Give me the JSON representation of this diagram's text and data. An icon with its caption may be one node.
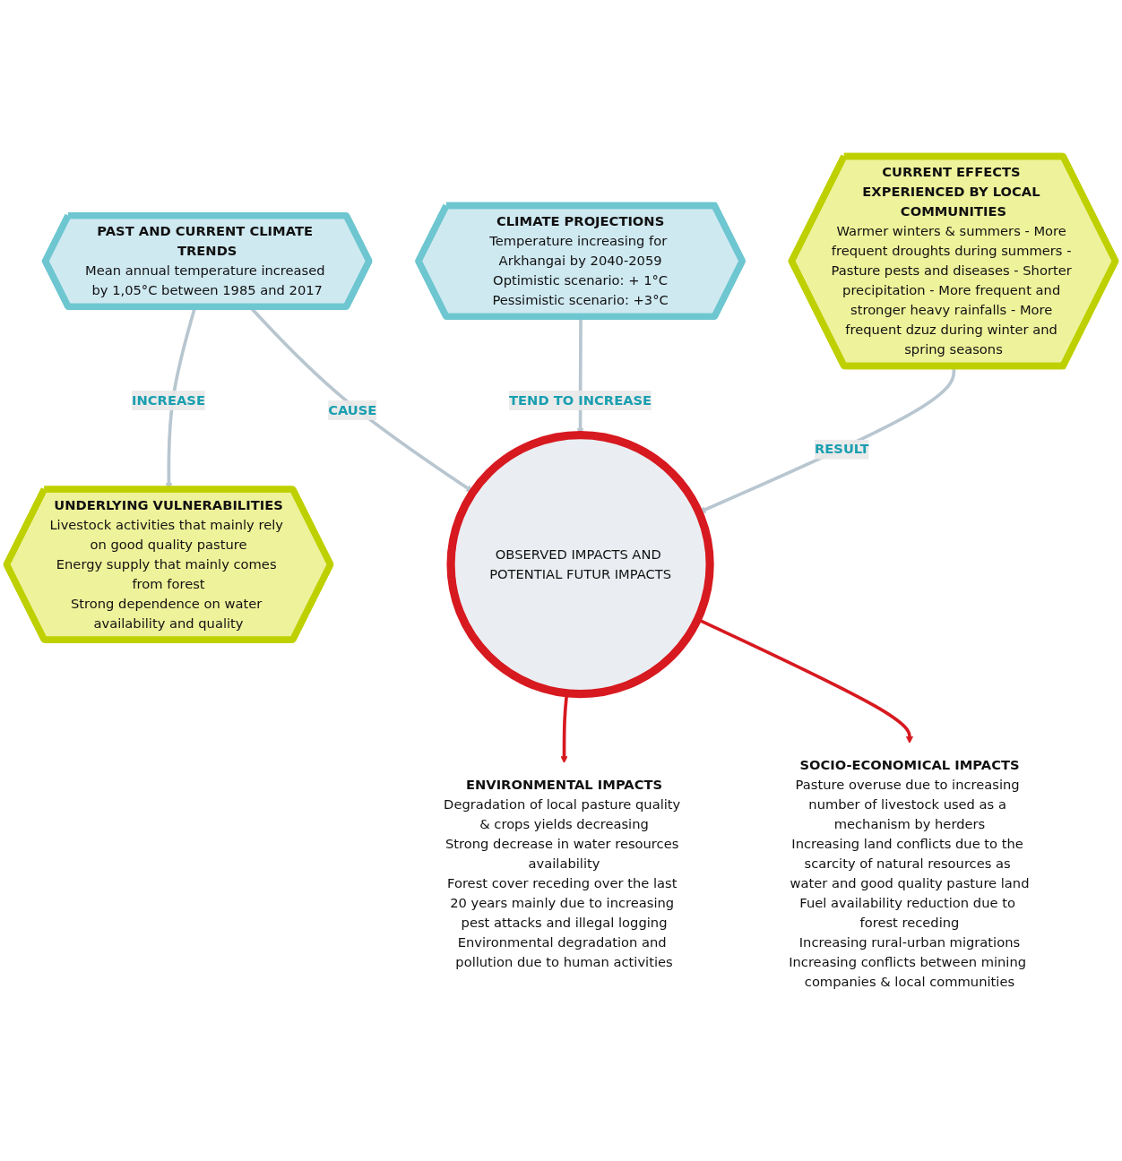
{
  "diagram": {
    "nodes": [
      {
        "text": [
          "PAST AND CURRENT CLIMATE TRENDS",
          "Mean annual temperature increased by 1,05°C between 1985 and 2017"
        ]
      },
      {
        "text": [
          "UNDERLYING VULNERABILITIES",
          "Livestock activities that mainly rely on good quality pasture",
          "Energy supply that mainly comes from forest",
          "Strong dependence on water availability and quality"
        ]
      },
      {
        "text": [
          "CLIMATE PROJECTIONS",
          "Temperature increasing for Arkhangai by 2040-2059",
          "Optimistic scenario: + 1°C",
          "Pessimistic scenario: +3°C"
        ]
      },
      {
        "text": [
          "CURRENT EFFECTS EXPERIENCED BY LOCAL COMMUNITIES",
          "Warmer winters & summers - More frequent droughts during summers - Pasture pests and diseases - Shorter precipitation - More frequent and stronger heavy rainfalls - More frequent dzuz during winter and spring seasons"
        ]
      },
      {
        "text": [
          "OBSERVED IMPACTS AND POTENTIAL FUTUR IMPACTS"
        ]
      },
      {
        "text": [
          "ENVIRONMENTAL IMPACTS",
          "Degradation of local pasture quality & crops yields decreasing",
          "Strong decrease in water resources availability",
          "Forest cover receding over the last 20 years mainly due to increasing pest attacks and illegal logging",
          "Environmental degradation and pollution due to human activities"
        ]
      },
      {
        "text": [
          "SOCIO-ECONOMICAL IMPACTS",
          "Pasture overuse due to increasing number of livestock used as a mechanism by herders",
          "Increasing land conflicts due to the scarcity of natural resources as water and good quality pasture land",
          "Fuel availability reduction due to forest receding",
          "Increasing rural-urban migrations",
          "Increasing conflicts between mining companies & local communities"
        ]
      }
    ],
    "edges": [
      {
        "from": 0,
        "to": 1,
        "arrow": "to",
        "label": "INCREASE"
      },
      {
        "from": 0,
        "to": 4,
        "arrow": "to",
        "label": "CAUSE"
      },
      {
        "from": 2,
        "to": 4,
        "arrow": "to",
        "label": "TEND TO INCREASE"
      },
      {
        "from": 3,
        "to": 4,
        "arrow": "to",
        "label": "RESULT"
      },
      {
        "from": 4,
        "to": 5,
        "arrow": "to",
        "color": "#d71920"
      },
      {
        "from": 4,
        "to": 6,
        "arrow": "to",
        "color": "#d71920"
      }
    ]
  }
}
